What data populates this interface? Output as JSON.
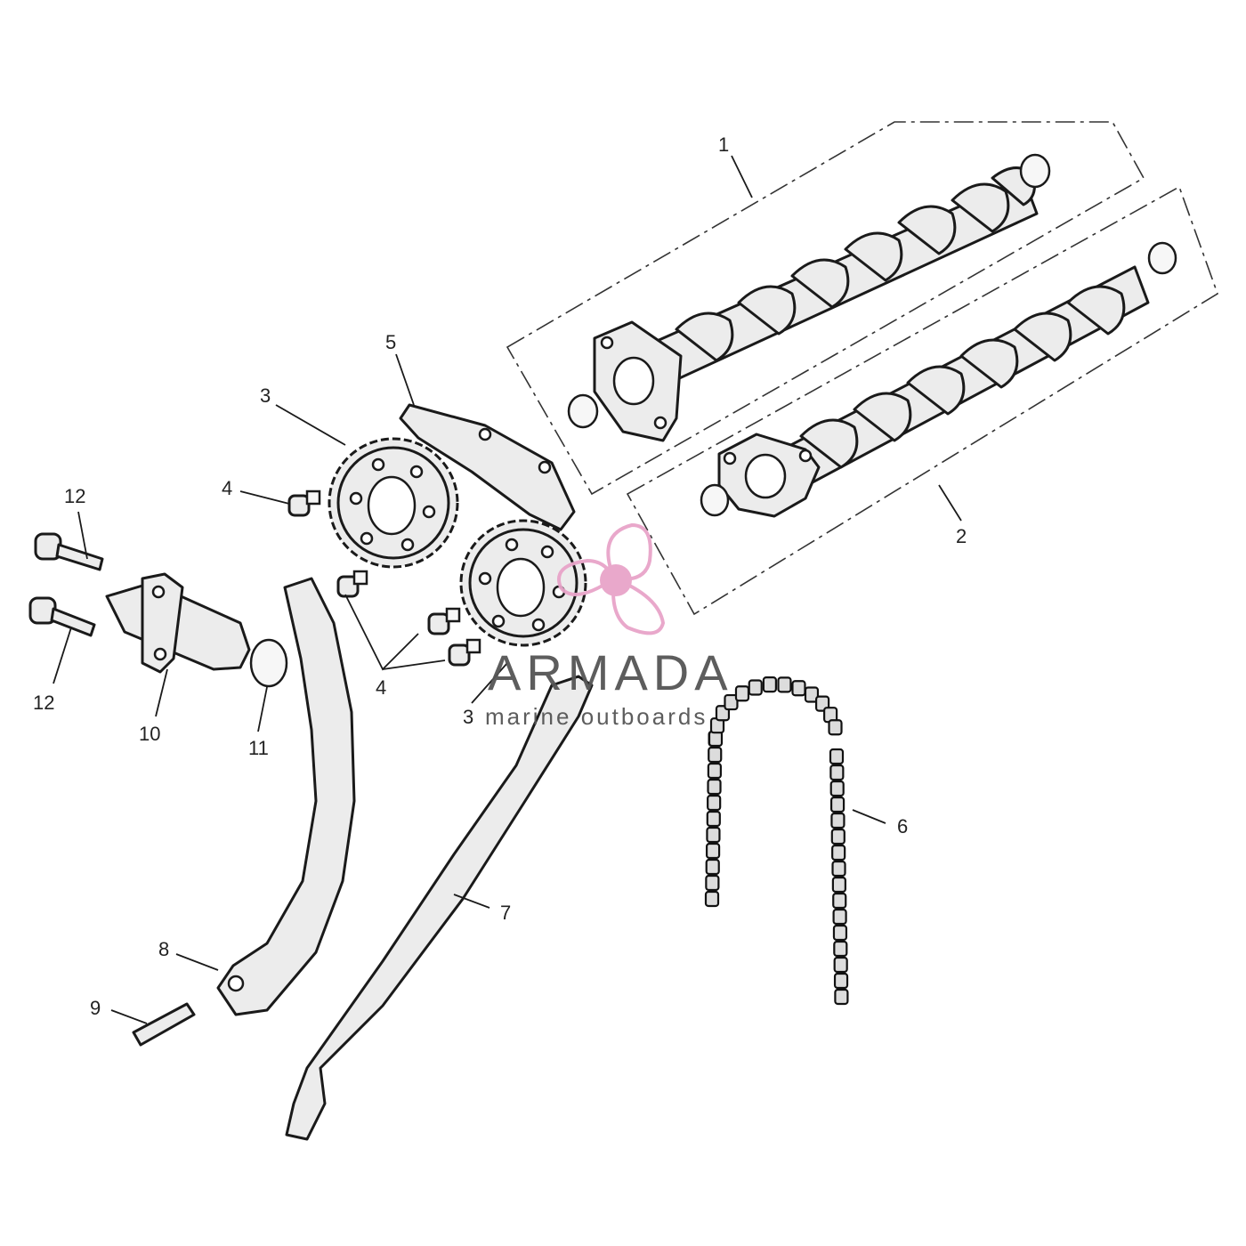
{
  "callouts": {
    "c1": "1",
    "c2": "2",
    "c3a": "3",
    "c3b": "3",
    "c4a": "4",
    "c4b": "4",
    "c5": "5",
    "c6": "6",
    "c7": "7",
    "c8": "8",
    "c9": "9",
    "c10": "10",
    "c11": "11",
    "c12a": "12",
    "c12b": "12"
  },
  "watermark": {
    "brand": "ARMADA",
    "tagline": "marine outboards",
    "accent_color": "#e8a4c9"
  }
}
